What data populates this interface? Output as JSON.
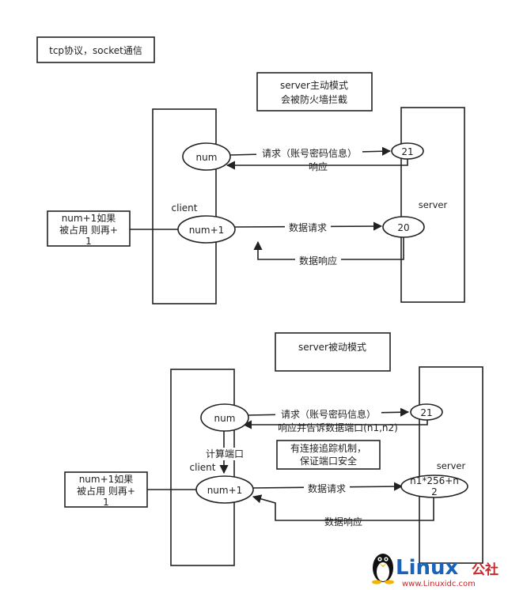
{
  "title_note": "tcp协议，socket通信",
  "active": {
    "note_line1": "server主动模式",
    "note_line2": "会被防火墙拦截",
    "client_label": "client",
    "server_label": "server",
    "num": "num",
    "num_plus": "num+1",
    "port21": "21",
    "port20": "20",
    "request_auth": "请求（账号密码信息）",
    "response": "响应",
    "data_request": "数据请求",
    "data_response": "数据响应",
    "retry_line1": "num+1如果",
    "retry_line2": "被占用 则再+",
    "retry_line3": "1"
  },
  "passive": {
    "note": "server被动模式",
    "client_label": "client",
    "server_label": "server",
    "num": "num",
    "num_plus": "num+1",
    "port21": "21",
    "port_formula_line1": "n1*256+n",
    "port_formula_line2": "2",
    "request_auth": "请求（账号密码信息）",
    "response_port": "响应并告诉数据端口(n1,n2)",
    "compute_port": "计算端口",
    "tracking_line1": "有连接追踪机制，",
    "tracking_line2": "保证端口安全",
    "data_request": "数据请求",
    "data_response": "数据响应",
    "retry_line1": "num+1如果",
    "retry_line2": "被占用 则再+",
    "retry_line3": "1"
  },
  "watermark": {
    "brand": "Linux",
    "brand_cn": "公社",
    "url": "www.Linuxidc.com"
  }
}
